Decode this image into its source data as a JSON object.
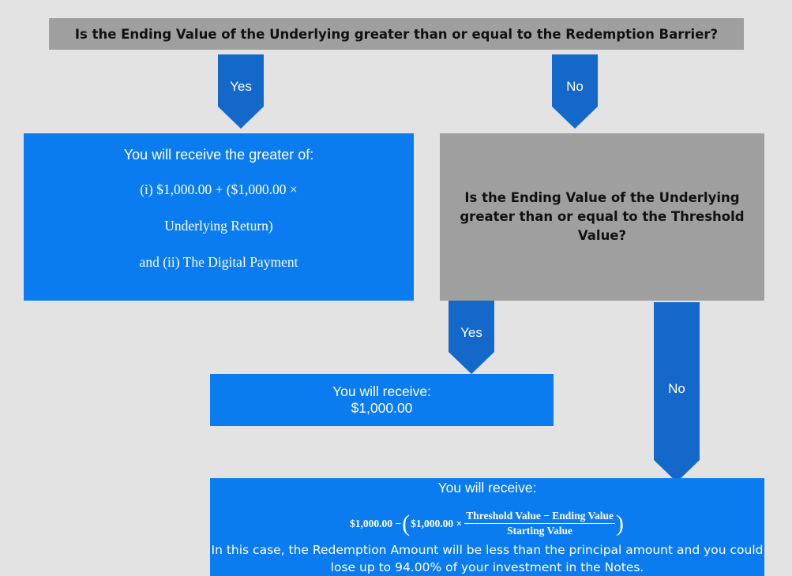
{
  "question_barrier": "Is the Ending Value of the Underlying greater than or equal to the Redemption Barrier?",
  "question_threshold": "Is the Ending Value of the Underlying greater than or equal to the Threshold Value?",
  "branch_yes": "Yes",
  "branch_no": "No",
  "outcome_greater": {
    "line1": "You will receive the greater of:",
    "line2": "(i) $1,000.00 + ($1,000.00 ×",
    "line3": "Underlying Return)",
    "line4": "and (ii) The Digital Payment"
  },
  "outcome_par": {
    "line1": "You will receive:",
    "line2": "$1,000.00"
  },
  "outcome_loss": {
    "line1": "You will receive:",
    "formula_lead": "$1,000.00 −",
    "formula_inner": "$1,000.00 ×",
    "formula_numerator": "Threshold Value − Ending Value",
    "formula_denominator": "Starting Value",
    "note_line1": "In this case, the Redemption Amount will be less than the principal amount and you could",
    "note_line2": "lose up to 94.00% of your investment in the Notes."
  },
  "colors": {
    "blue": "#0a7cf0",
    "arrow_blue": "#1368c9",
    "gray": "#9f9f9f",
    "background": "#e3e3e3"
  }
}
